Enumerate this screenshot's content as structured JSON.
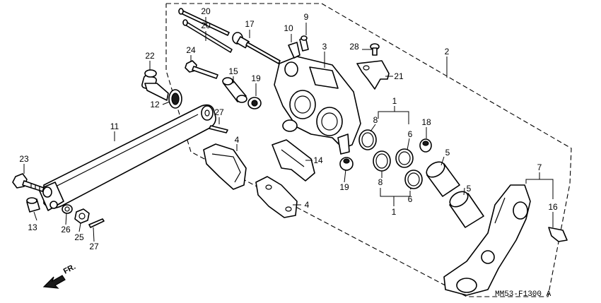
{
  "diagram": {
    "drawing_code": "MM53-F1300 A",
    "direction_label": "FR.",
    "callouts": {
      "c1a": "1",
      "c1b": "1",
      "c2": "2",
      "c3": "3",
      "c4a": "4",
      "c4b": "4",
      "c5a": "5",
      "c5b": "5",
      "c6a": "6",
      "c6b": "6",
      "c7": "7",
      "c8a": "8",
      "c8b": "8",
      "c9": "9",
      "c10": "10",
      "c11": "11",
      "c12": "12",
      "c13": "13",
      "c14": "14",
      "c15": "15",
      "c16": "16",
      "c17": "17",
      "c18": "18",
      "c19a": "19",
      "c19b": "19",
      "c20a": "20",
      "c20b": "20",
      "c21": "21",
      "c22": "22",
      "c23": "23",
      "c24": "24",
      "c25": "25",
      "c26": "26",
      "c27a": "27",
      "c27b": "27",
      "c28": "28"
    }
  }
}
